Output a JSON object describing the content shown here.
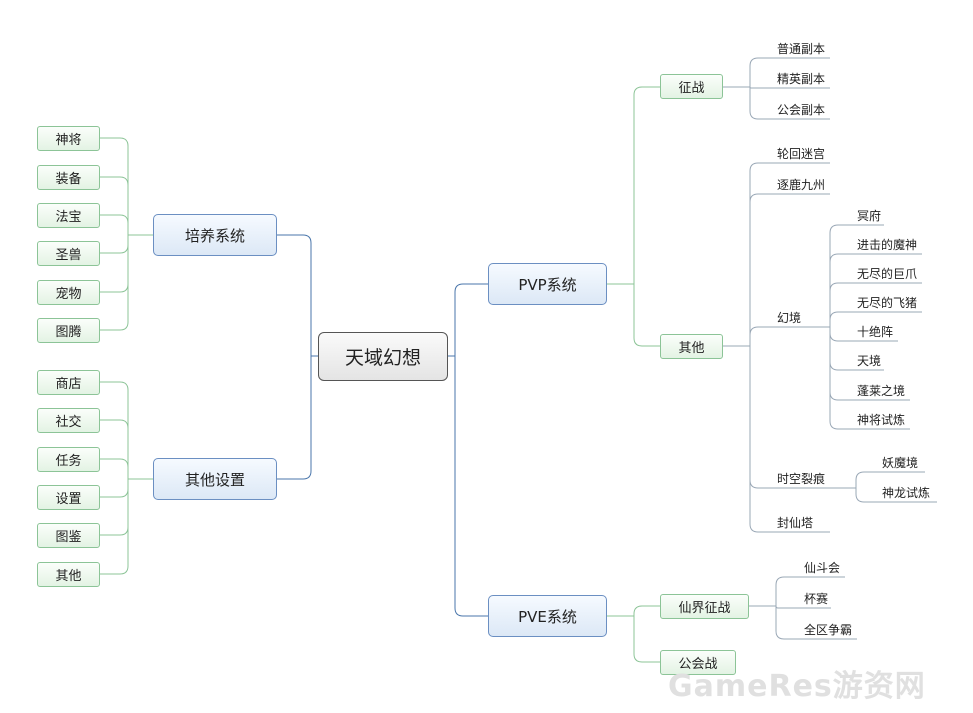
{
  "root": "天域幻想",
  "colors": {
    "root_link": "#4a76ab",
    "branch_link": "#8cc497",
    "leaf_underline": "#9aa8b6",
    "main_border": "#6b8fc2",
    "box_border": "#8cc497"
  },
  "left": {
    "cultivation": {
      "label": "培养系统",
      "items": [
        "神将",
        "装备",
        "法宝",
        "圣兽",
        "宠物",
        "图腾"
      ]
    },
    "settings": {
      "label": "其他设置",
      "items": [
        "商店",
        "社交",
        "任务",
        "设置",
        "图鉴",
        "其他"
      ]
    }
  },
  "pvp": {
    "label": "PVP系统",
    "campaign": {
      "label": "征战",
      "items": [
        "普通副本",
        "精英副本",
        "公会副本"
      ]
    },
    "other": {
      "label": "其他",
      "items": [
        "轮回迷宫",
        "逐鹿九州",
        "幻境",
        "时空裂痕",
        "封仙塔"
      ],
      "illusion": [
        "冥府",
        "进击的魔神",
        "无尽的巨爪",
        "无尽的飞猪",
        "十绝阵",
        "天境",
        "蓬莱之境",
        "神将试炼"
      ],
      "rift": [
        "妖魔境",
        "神龙试炼"
      ]
    }
  },
  "pve": {
    "label": "PVE系统",
    "immortal": {
      "label": "仙界征战",
      "items": [
        "仙斗会",
        "杯赛",
        "全区争霸"
      ]
    },
    "guild_war": {
      "label": "公会战"
    }
  },
  "watermark": "GameRes游资网"
}
